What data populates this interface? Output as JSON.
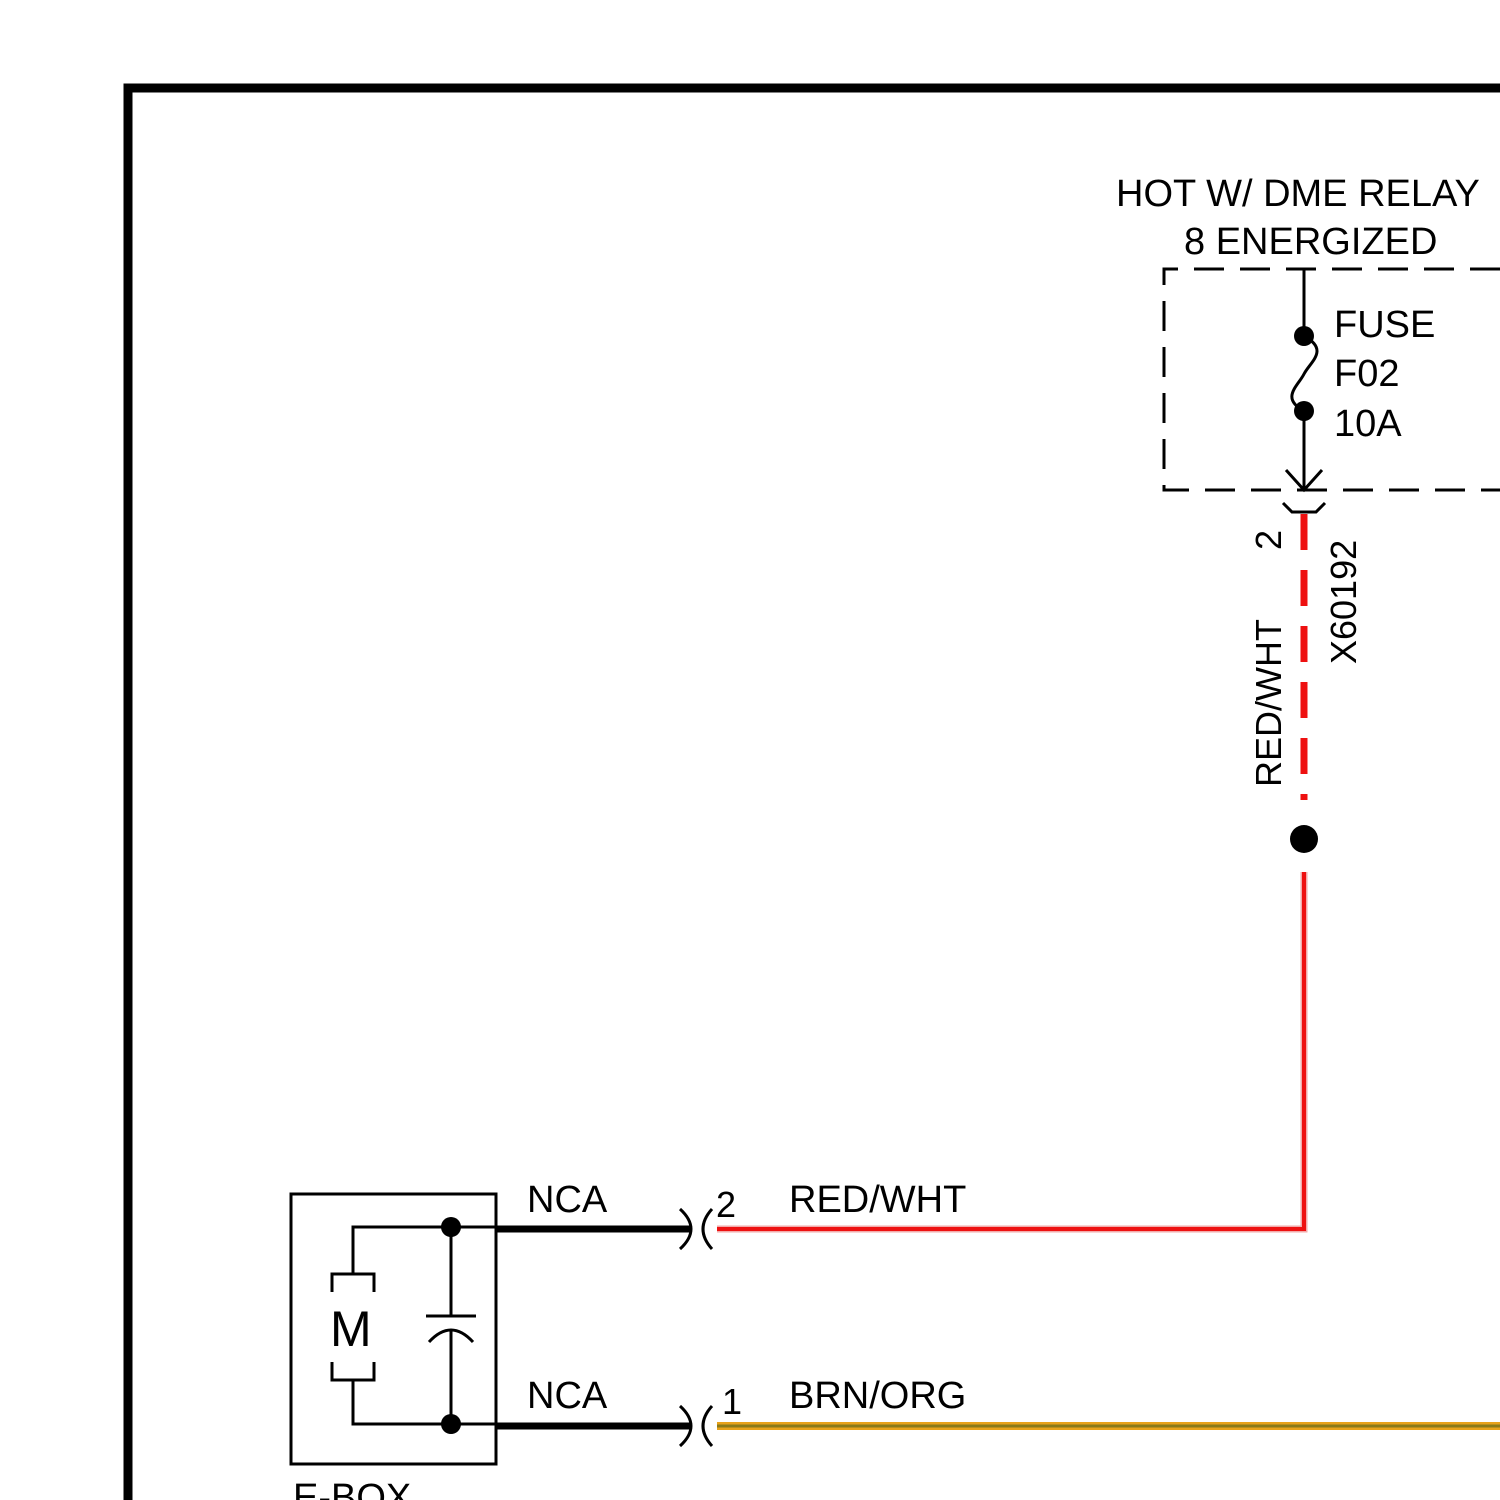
{
  "power_source": {
    "line1": "HOT W/ DME RELAY",
    "line2": "8 ENERGIZED"
  },
  "fuse": {
    "label": "FUSE",
    "id": "F02",
    "rating": "10A"
  },
  "connector_x60192": {
    "id": "X60192",
    "pin": "2",
    "wire_color": "RED/WHT"
  },
  "component": {
    "motor_symbol": "M",
    "name": "E-BOX",
    "pin2_wire": "NCA",
    "pin1_wire": "NCA"
  },
  "harness_connector": {
    "pin_top": "2",
    "pin_bottom": "1"
  },
  "wires": {
    "top_wire": "RED/WHT",
    "bottom_wire": "BRN/ORG"
  },
  "colors": {
    "red_wht": "#ee1111",
    "brn_org": "#c8901a",
    "frame": "#000000"
  }
}
